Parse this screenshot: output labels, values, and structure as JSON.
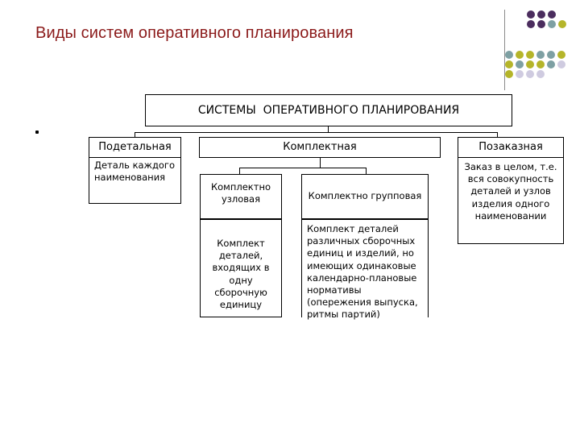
{
  "slide": {
    "title": "Виды систем оперативного планирования",
    "bullet": "•"
  },
  "diagram": {
    "root": "СИСТЕМЫ  ОПЕРАТИВНОГО ПЛАНИРОВАНИЯ",
    "types": [
      {
        "label": "Подетальная",
        "description": "Деталь каждого наименования"
      },
      {
        "label": "Комплектная"
      },
      {
        "label": "Позаказная",
        "description": "Заказ в целом, т.е. вся совокупность деталей и узлов изделия одного наименовании"
      }
    ],
    "complect_subtypes": [
      {
        "label": "Комплектно узловая",
        "description": "Комплект деталей, входящих в одну сборочную единицу"
      },
      {
        "label": "Комплектно групповая",
        "description": "Комплект деталей различных сборочных единиц и изделий, но имеющих одинаковые календарно-плановые нормативы (опережения выпуска, ритмы партий)"
      }
    ]
  },
  "decor": {
    "dot_colors": {
      "purple": "#4b2d5e",
      "teal": "#7ea0a3",
      "olive": "#b5b52a",
      "lavender": "#cfcbe0"
    }
  }
}
